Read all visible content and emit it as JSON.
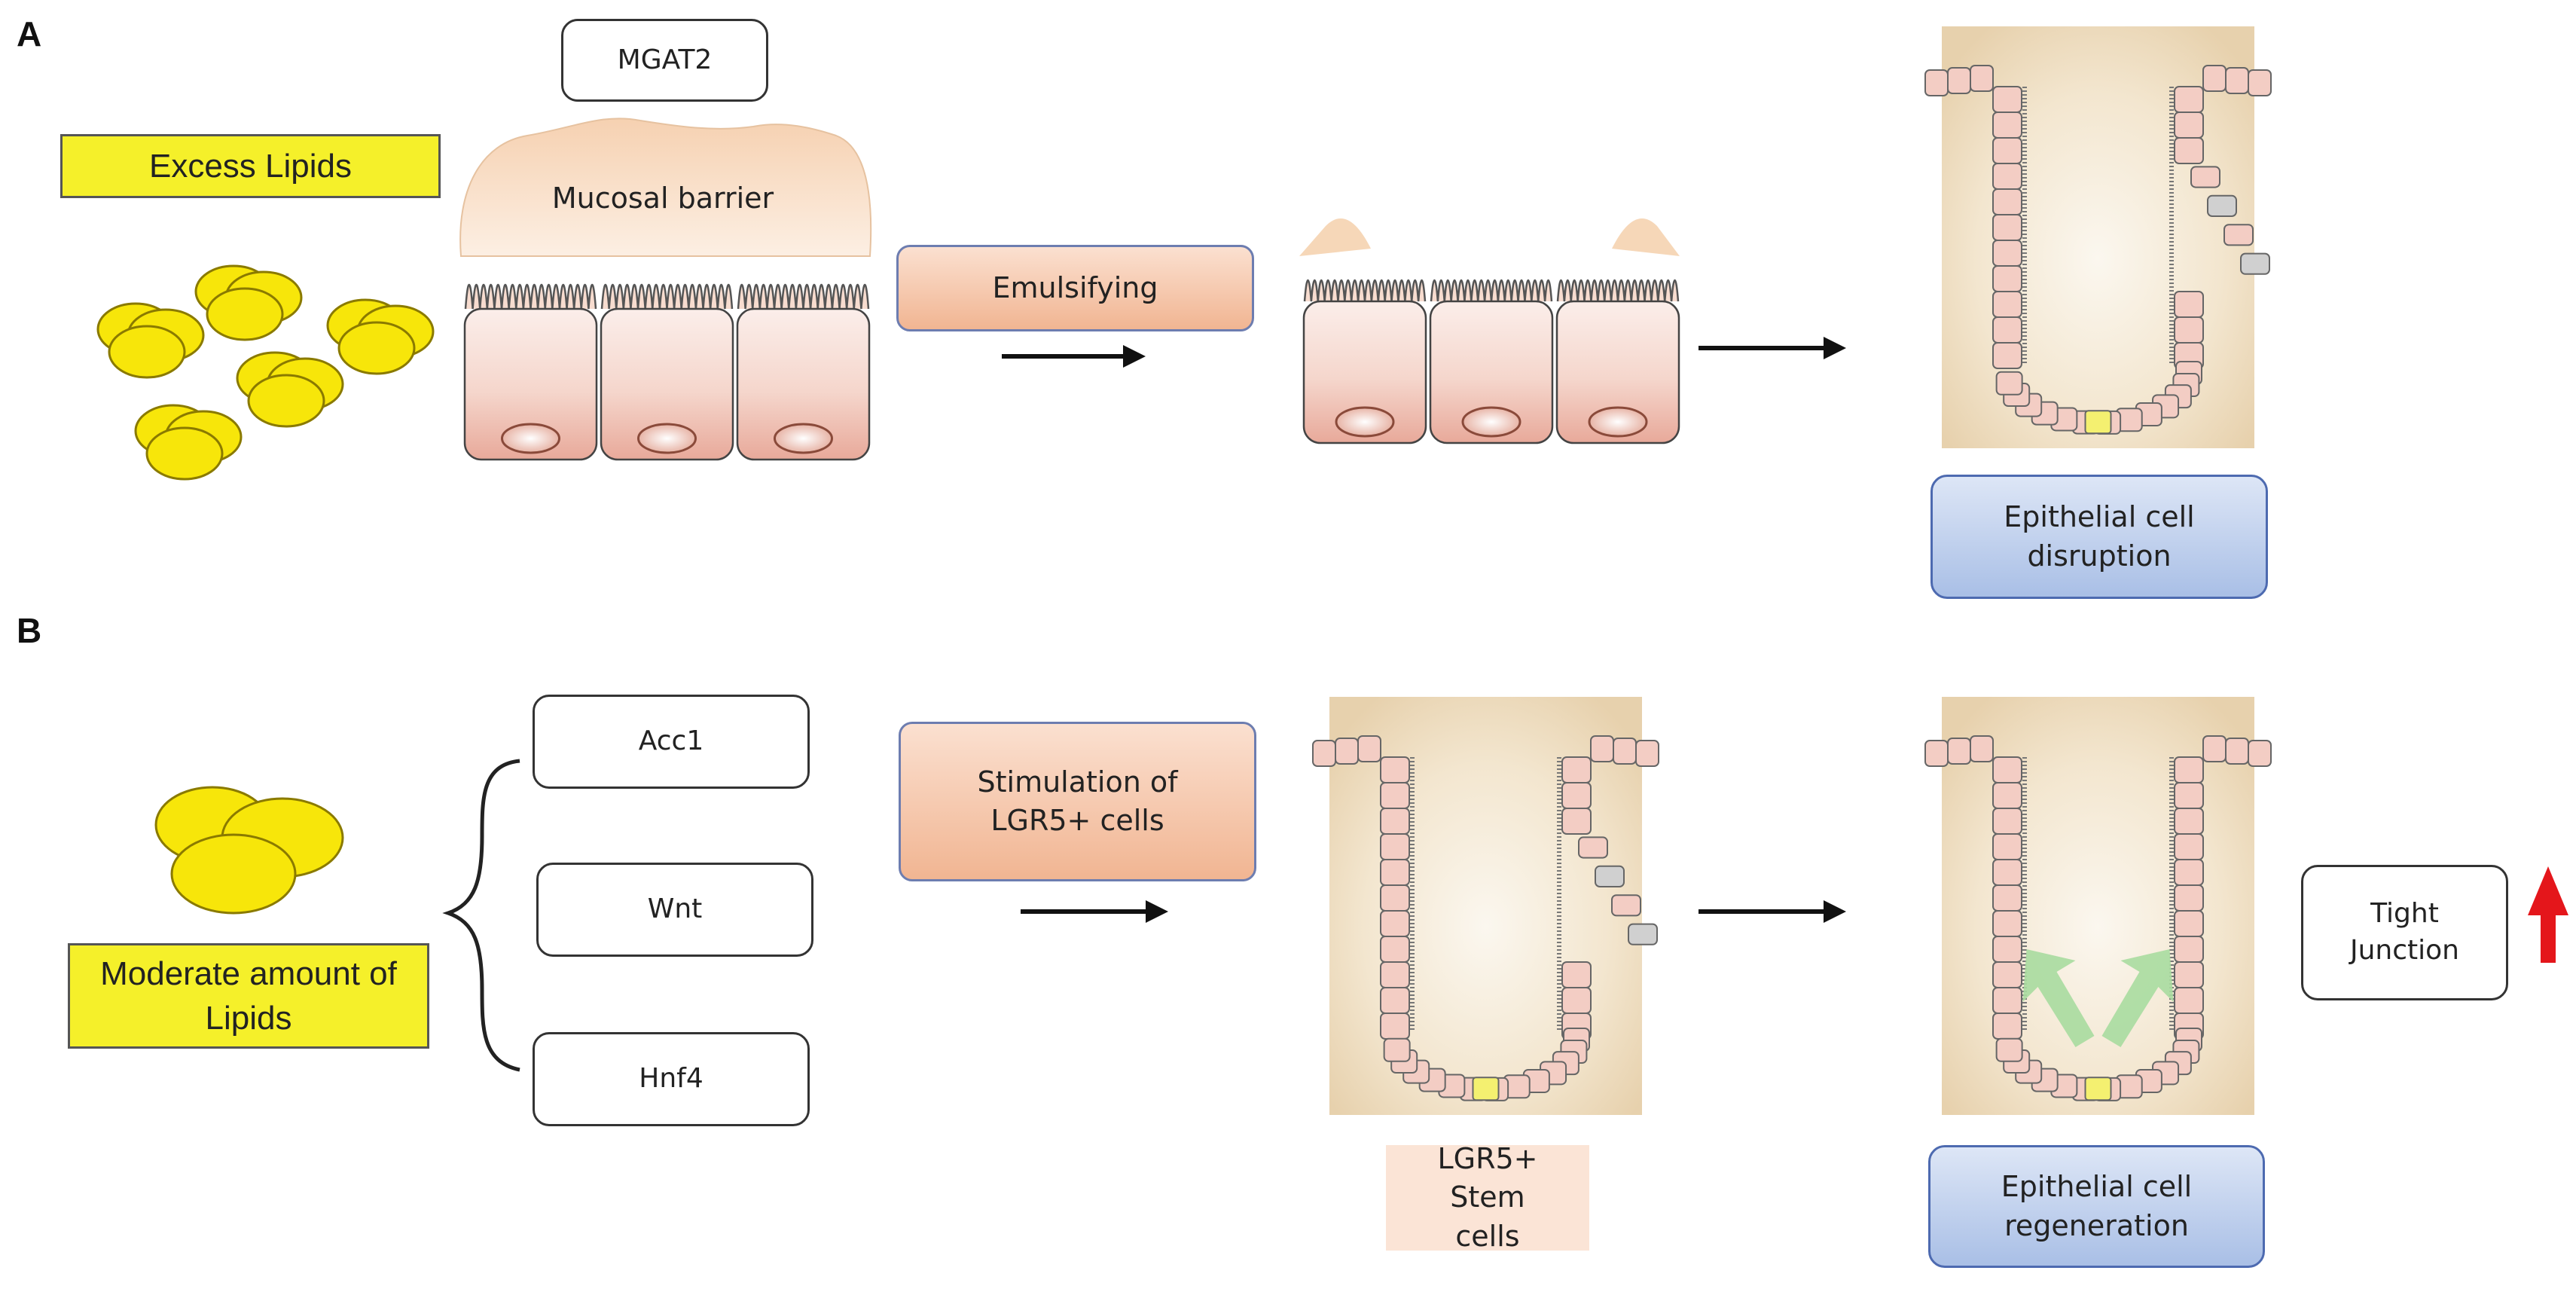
{
  "panels": {
    "a": "A",
    "b": "B"
  },
  "panel_a": {
    "mgat2": "MGAT2",
    "excess_lipids": "Excess Lipids",
    "mucosal_barrier": "Mucosal barrier",
    "emulsifying": "Emulsifying",
    "disruption": "Epithelial cell disruption"
  },
  "panel_b": {
    "moderate_lipids": "Moderate amount of Lipids",
    "genes": [
      "Acc1",
      "Wnt",
      "Hnf4"
    ],
    "stimulation": "Stimulation of LGR5+ cells",
    "lgr5_stem": "LGR5+ Stem cells",
    "regeneration": "Epithelial cell regeneration",
    "tight_junction": "Tight Junction"
  },
  "colors": {
    "lipid_fill": "#f7e60a",
    "lipid_stroke": "#8a7a00",
    "cell_fill": "#f3cdc4",
    "barrier_fill": "#f6d7b8",
    "up_arrow": "#e4161b",
    "green_arrow": "#a9dca0"
  }
}
